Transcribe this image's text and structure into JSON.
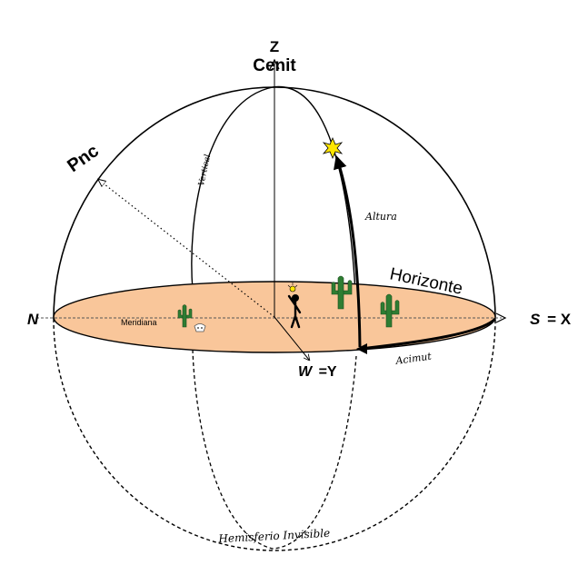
{
  "labels": {
    "z": "Z",
    "cenit": "Cenit",
    "pnc": "Pnc",
    "vertical": "Vertical",
    "altura": "Altura",
    "horizonte": "Horizonte",
    "n": "N",
    "s": "S",
    "s_suffix": "= X",
    "w": "W",
    "w_suffix": "=Y",
    "meridiana": "Meridiana",
    "acimut": "Acimut",
    "hemisferio": "Hemisferio Invisible"
  },
  "colors": {
    "horizon_fill": "#f9c69a",
    "cactus": "#2e7d32",
    "sun": "#ffe600",
    "line": "#000000"
  },
  "icons": [
    "cactus-icon",
    "sun-icon",
    "person-icon",
    "lightbulb-icon",
    "skull-icon"
  ]
}
